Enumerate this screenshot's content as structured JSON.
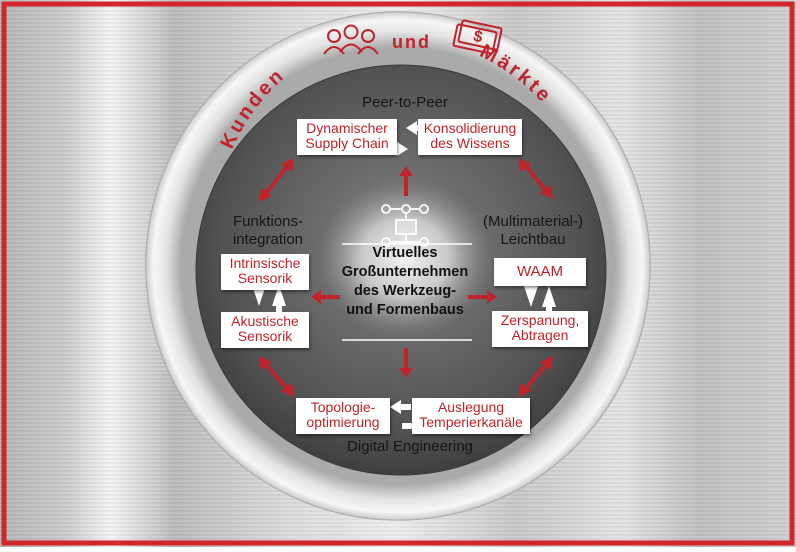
{
  "outer_ring": {
    "left_text": "Kunden",
    "connector": "und",
    "right_text": "Märkte",
    "people_icon": "people-group-icon",
    "money_icon": "money-bill-icon"
  },
  "center": {
    "lines": [
      "Virtuelles",
      "Großunternehmen",
      "des Werkzeug-",
      "und Formenbaus"
    ],
    "icon": "network-nodes-icon"
  },
  "top": {
    "label": "Peer-to-Peer",
    "left_box": [
      "Dynamischer",
      "Supply Chain"
    ],
    "right_box": [
      "Konsolidierung",
      "des Wissens"
    ]
  },
  "left": {
    "label": [
      "Funktions-",
      "integration"
    ],
    "top_box": [
      "Intrinsische",
      "Sensorik"
    ],
    "bottom_box": [
      "Akustische",
      "Sensorik"
    ]
  },
  "right": {
    "label": [
      "(Multimaterial-)",
      "Leichtbau"
    ],
    "top_box": [
      "WAAM"
    ],
    "bottom_box": [
      "Zerspanung,",
      "Abtragen"
    ]
  },
  "bottom": {
    "label": "Digital Engineering",
    "left_box": [
      "Topologie-",
      "optimierung"
    ],
    "right_box": [
      "Auslegung",
      "Temperierkanäle"
    ]
  },
  "colors": {
    "accent_red": "#c0232a",
    "frame_red": "#d0262c",
    "dark_disc": "#555555",
    "metal_light": "#cfcfcf"
  }
}
